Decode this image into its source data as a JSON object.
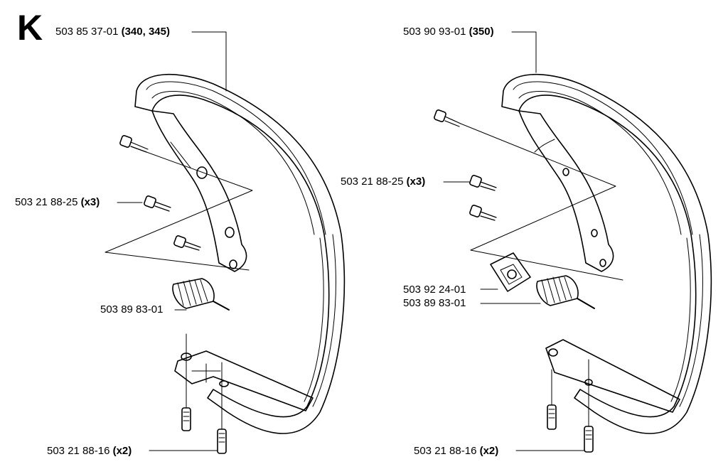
{
  "section_letter": "K",
  "callouts": {
    "left_handle": {
      "part": "503 85 37-01",
      "qualifier": "(340, 345)"
    },
    "left_screws_top": {
      "part": "503 21 88-25",
      "qualifier": "(x3)"
    },
    "left_spring": {
      "part": "503 89 83-01",
      "qualifier": ""
    },
    "left_screws_bottom": {
      "part": "503 21 88-16",
      "qualifier": "(x2)"
    },
    "right_handle": {
      "part": "503 90 93-01",
      "qualifier": "(350)"
    },
    "right_screws_top": {
      "part": "503 21 88-25",
      "qualifier": "(x3)"
    },
    "right_bracket": {
      "part": "503 92 24-01",
      "qualifier": ""
    },
    "right_spring": {
      "part": "503 89 83-01",
      "qualifier": ""
    },
    "right_screws_bottom": {
      "part": "503 21 88-16",
      "qualifier": "(x2)"
    }
  }
}
